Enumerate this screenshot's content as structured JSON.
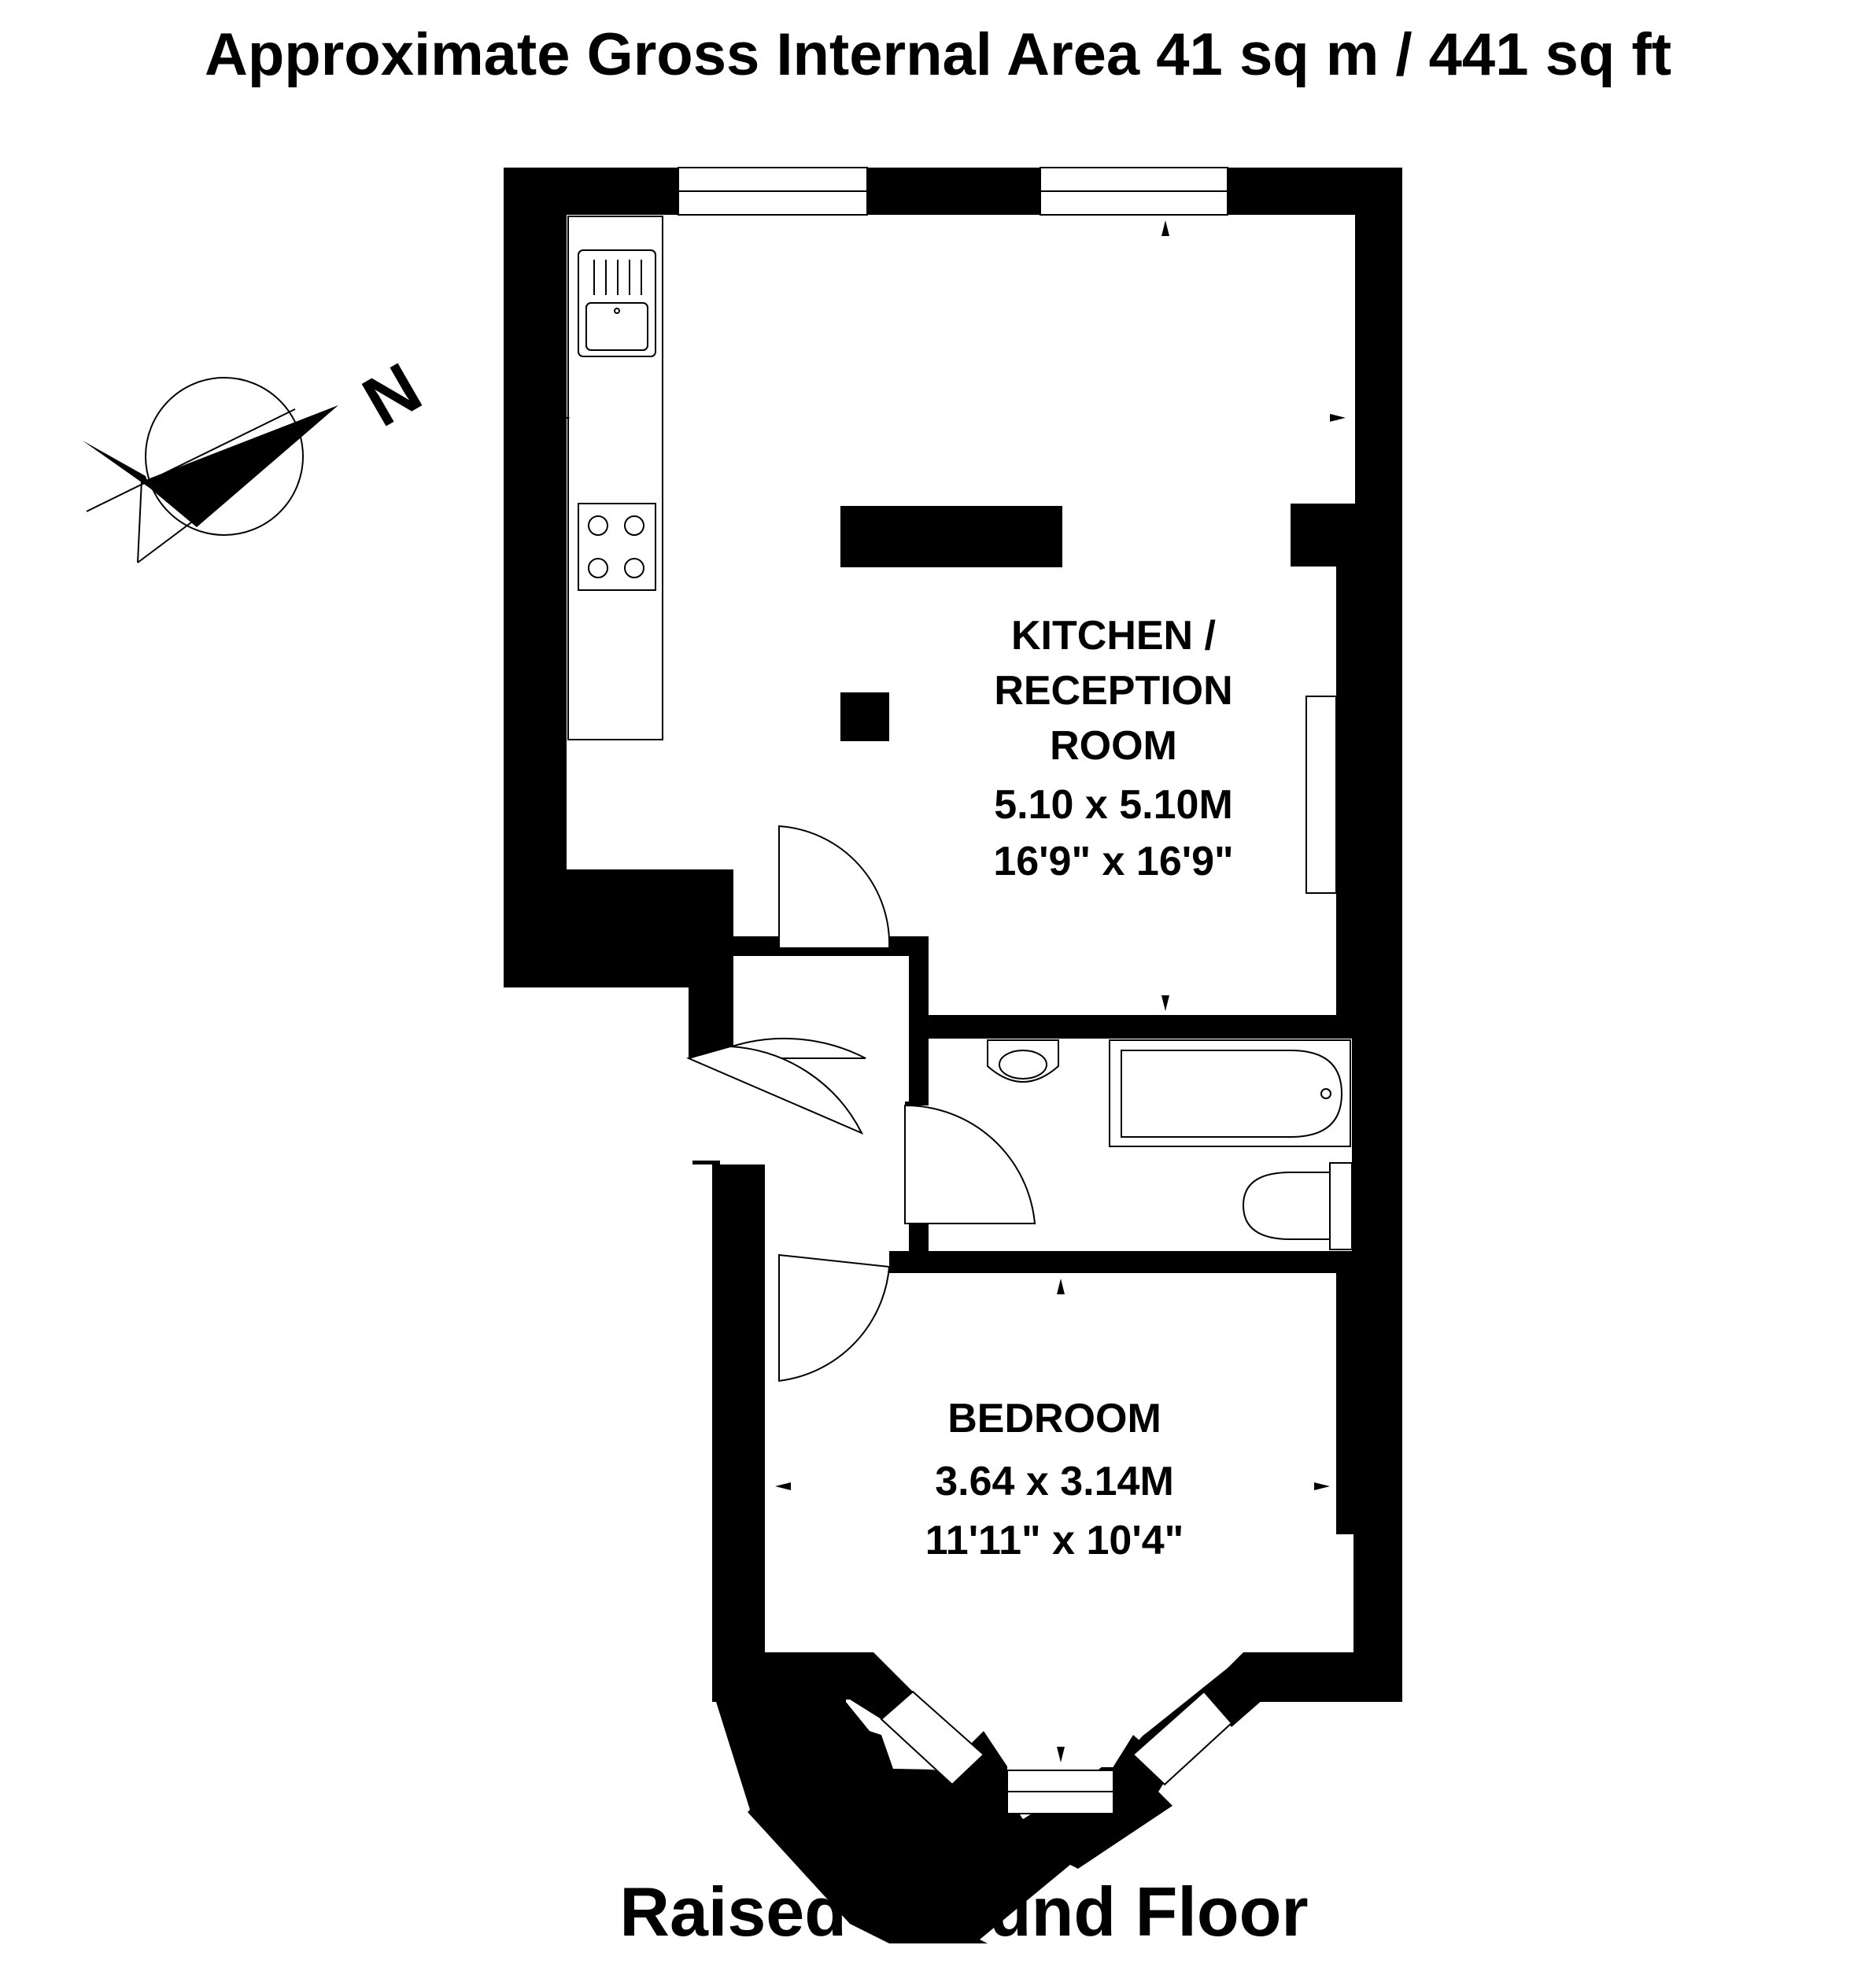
{
  "header": {
    "area_label": "Approximate Gross Internal Area 41 sq m /  441 sq ft"
  },
  "footer": {
    "floor_label": "Raised Ground Floor"
  },
  "compass": {
    "letter": "N"
  },
  "rooms": {
    "kitchen_reception": {
      "name_lines": [
        "KITCHEN /",
        "RECEPTION",
        "ROOM"
      ],
      "metric": "5.10 x 5.10M",
      "imperial": "16'9\" x 16'9\""
    },
    "bedroom": {
      "name": "BEDROOM",
      "metric": "3.64 x 3.14M",
      "imperial": "11'11\" x 10'4\""
    }
  },
  "colors": {
    "wall": "#000000",
    "background": "#ffffff"
  }
}
